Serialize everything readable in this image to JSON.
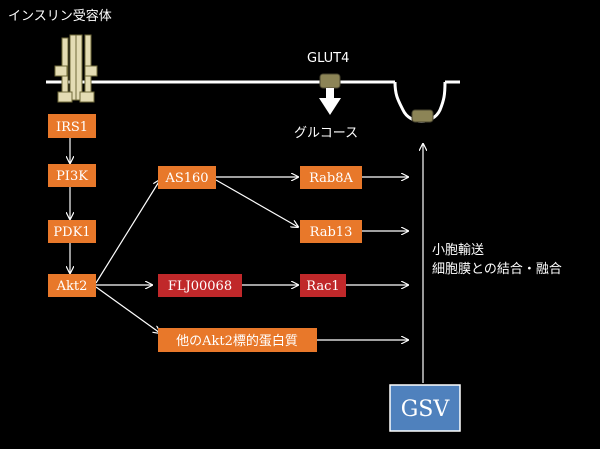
{
  "labels": {
    "receptor": "インスリン受容体",
    "glut4": "GLUT4",
    "glucose": "グルコース",
    "vesicle_line1": "小胞輸送",
    "vesicle_line2": "細胞膜との結合・融合"
  },
  "nodes": {
    "irs1": "IRS1",
    "pi3k": "PI3K",
    "pdk1": "PDK1",
    "akt2": "Akt2",
    "as160": "AS160",
    "flj00068": "FLJ00068",
    "other_akt2_substrates": "他のAkt2標的蛋白質",
    "rab8a": "Rab8A",
    "rab13": "Rab13",
    "rac1": "Rac1",
    "gsv": "GSV"
  },
  "colors": {
    "background": "#000000",
    "orange_box": "#e8782a",
    "red_box": "#c0282a",
    "gsv_box": "#4f81bd",
    "receptor_fill": "#e4dcb4",
    "receptor_stroke": "#6f6a3a",
    "glut4_fill": "#8c8456",
    "line": "#ffffff"
  },
  "edges": [
    [
      "irs1",
      "pi3k"
    ],
    [
      "pi3k",
      "pdk1"
    ],
    [
      "pdk1",
      "akt2"
    ],
    [
      "akt2",
      "as160"
    ],
    [
      "akt2",
      "flj00068"
    ],
    [
      "akt2",
      "other_akt2_substrates"
    ],
    [
      "as160",
      "rab8a"
    ],
    [
      "as160",
      "rab13"
    ],
    [
      "flj00068",
      "rac1"
    ],
    [
      "rab8a",
      "targets"
    ],
    [
      "rab13",
      "targets"
    ],
    [
      "rac1",
      "targets"
    ],
    [
      "other_akt2_substrates",
      "targets"
    ],
    [
      "gsv",
      "membrane"
    ]
  ]
}
